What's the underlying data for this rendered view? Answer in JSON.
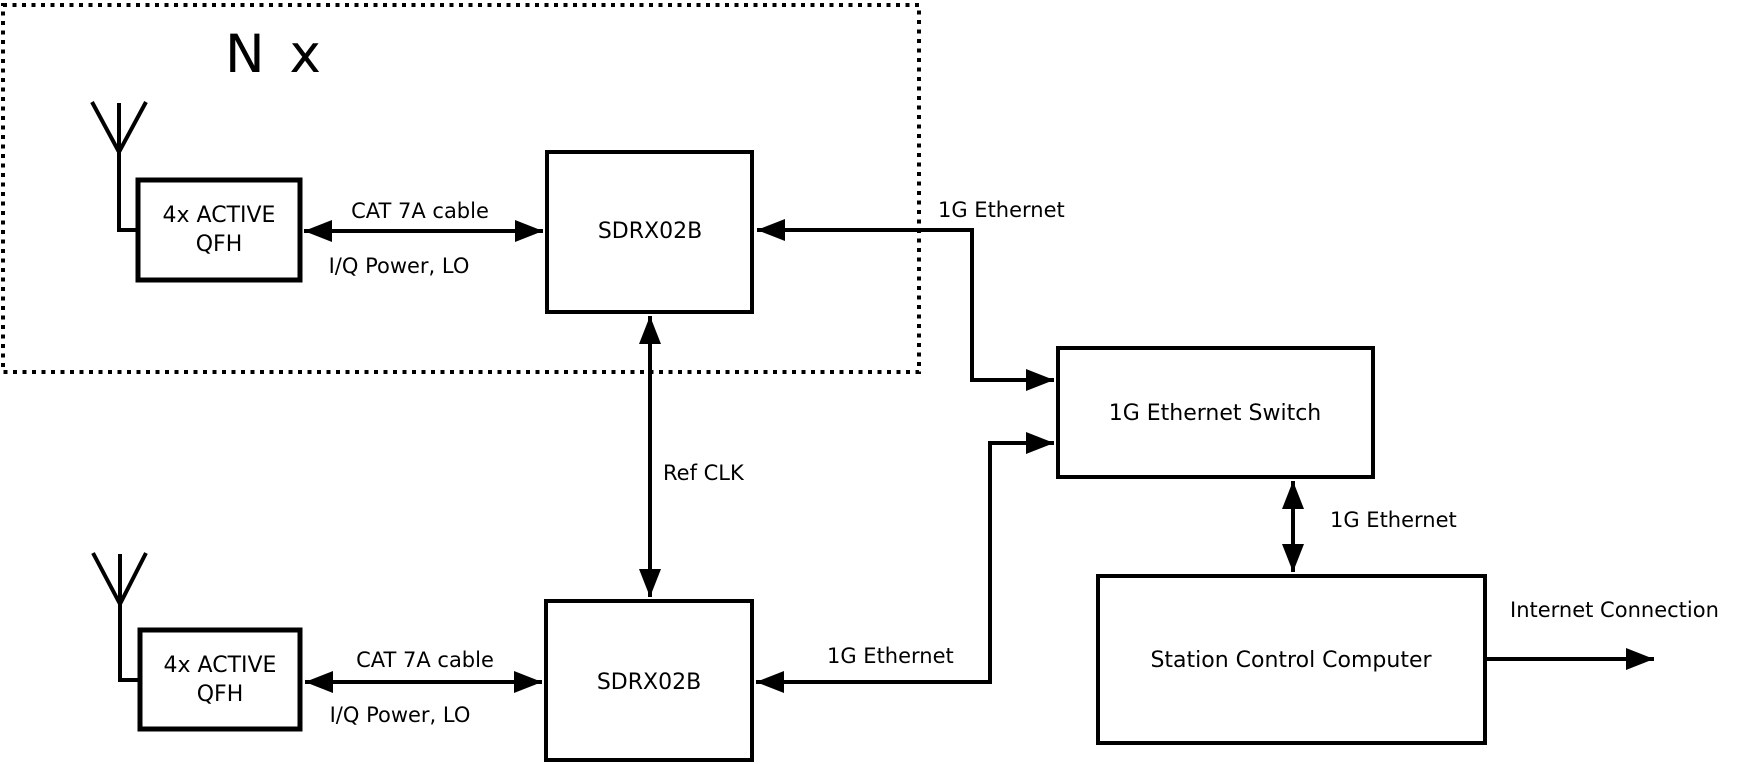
{
  "diagram": {
    "group": {
      "multiplier_label": "N x"
    },
    "colors": {
      "accent_blue": "#a9d4e8",
      "dotted_border": "#b5dcec",
      "line": "#000000",
      "background": "#ffffff"
    },
    "nodes": {
      "qfh_top": {
        "line1": "4x ACTIVE",
        "line2": "QFH"
      },
      "sdrx_top": {
        "label": "SDRX02B"
      },
      "switch": {
        "label": "1G Ethernet Switch"
      },
      "qfh_bottom": {
        "line1": "4x ACTIVE",
        "line2": "QFH"
      },
      "sdrx_bottom": {
        "label": "SDRX02B"
      },
      "scc": {
        "label": "Station Control Computer"
      }
    },
    "edges": {
      "cat7a_top_above": "CAT 7A cable",
      "cat7a_top_below": "I/Q Power, LO",
      "cat7a_bottom_above": "CAT 7A cable",
      "cat7a_bottom_below": "I/Q Power, LO",
      "refclk": "Ref CLK",
      "eth_top": "1G Ethernet",
      "eth_bottom": "1G Ethernet",
      "eth_scc": "1G Ethernet",
      "internet": "Internet Connection"
    }
  }
}
